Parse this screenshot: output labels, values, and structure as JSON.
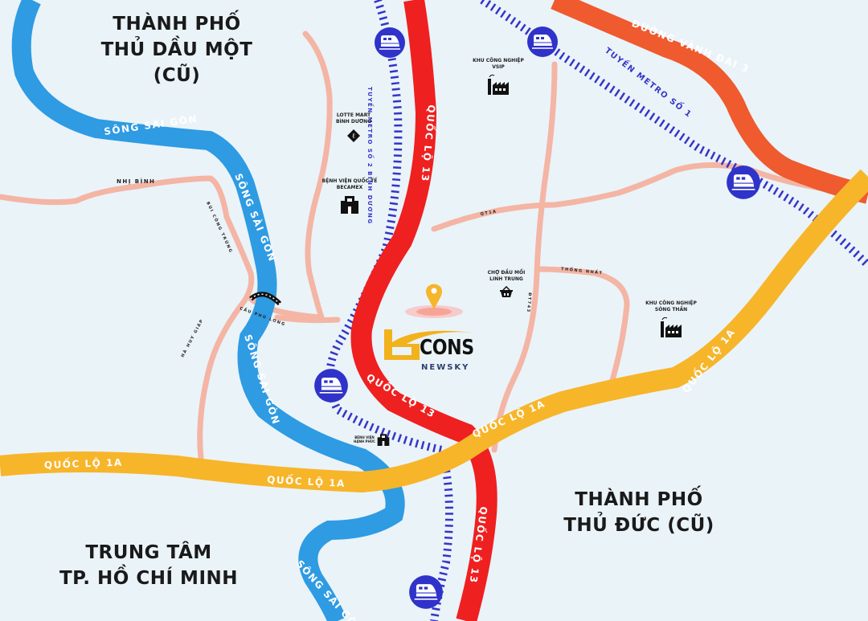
{
  "map": {
    "background": "#eaf3f8",
    "colors": {
      "river": "#2e9be3",
      "ql13": "#ef2020",
      "ql1a": "#f7b52a",
      "ring3": "#ef5a2e",
      "local_road": "#f4b5a5",
      "metro": "#3535c8",
      "metro_station": "#2f33c9"
    },
    "cities": [
      {
        "line1": "THÀNH PHỐ",
        "line2": "THỦ DẦU MỘT (CŨ)"
      },
      {
        "line1": "THÀNH PHỐ",
        "line2": "THỦ ĐỨC (CŨ)"
      },
      {
        "line1": "TRUNG TÂM",
        "line2": "TP. HỒ CHÍ MINH"
      }
    ],
    "roads": {
      "ql13": "QUỐC LỘ 13",
      "ql1a": "QUỐC LỘ 1A",
      "ring3": "ĐƯỜNG VÀNH ĐAI 3",
      "river": "SÔNG SÀI GÒN",
      "metro1": "TUYẾN METRO SỐ 1",
      "metro2": "TUYẾN METRO SỐ 2 BÌNH DƯƠNG",
      "nhi_binh": "NHỊ BÌNH",
      "bui_cong_trung": "BÙI CÔNG TRỪNG",
      "ha_huy_giap": "HÀ HUY GIÁP",
      "cau_phu_long": "CẦU PHÚ LONG",
      "qth": "QT1A",
      "thong_nhat": "THỐNG NHẤT",
      "dt743": "ĐT743"
    },
    "pois": [
      {
        "line1": "KHU CÔNG NGHIỆP",
        "line2": "VSIP",
        "icon": "factory-icon"
      },
      {
        "line1": "LOTTE MART",
        "line2": "BÌNH DƯƠNG",
        "icon": "lotte-logo-icon"
      },
      {
        "line1": "BỆNH VIỆN QUỐC TẾ",
        "line2": "BECAMEX",
        "icon": "hospital-icon"
      },
      {
        "line1": "CHỢ ĐẦU MỐI",
        "line2": "LINH TRUNG",
        "icon": "market-basket-icon"
      },
      {
        "line1": "KHU CÔNG NGHIỆP",
        "line2": "SÓNG THẦN",
        "icon": "factory-icon"
      },
      {
        "line1": "BỆNH VIỆN",
        "line2": "HẠNH PHÚC",
        "icon": "hospital-icon"
      }
    ],
    "project": {
      "brand": "CONS",
      "sub": "NEWSKY",
      "marker_icon": "location-pin-icon"
    }
  }
}
